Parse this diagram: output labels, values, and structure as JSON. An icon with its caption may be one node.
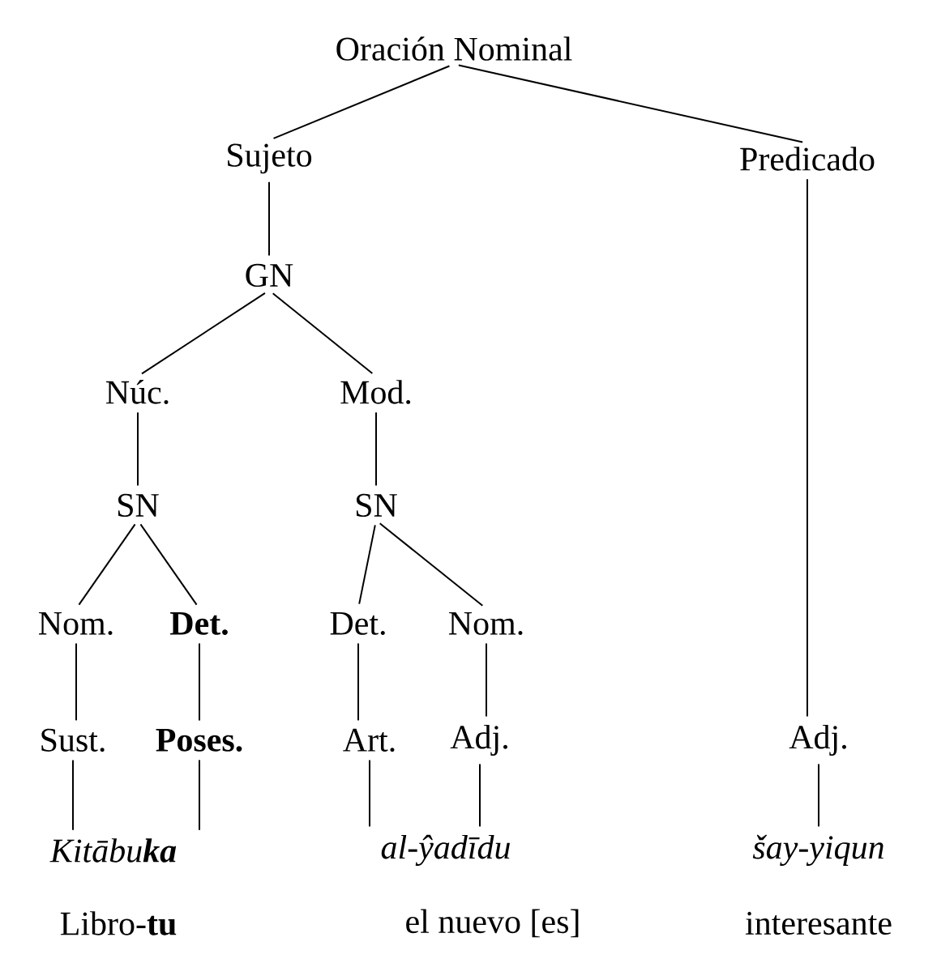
{
  "diagram": {
    "nodes": [
      {
        "text": [
          "Oración Nominal"
        ]
      },
      {
        "text": [
          "Sujeto"
        ]
      },
      {
        "text": [
          "Predicado"
        ]
      },
      {
        "text": [
          "GN"
        ]
      },
      {
        "text": [
          "Núc."
        ]
      },
      {
        "text": [
          "Mod."
        ]
      },
      {
        "text": [
          "SN"
        ]
      },
      {
        "text": [
          "SN"
        ]
      },
      {
        "text": [
          "Nom."
        ]
      },
      {
        "text": [
          "**Det.**"
        ]
      },
      {
        "text": [
          "Det."
        ]
      },
      {
        "text": [
          "Nom."
        ]
      },
      {
        "text": [
          "Sust."
        ]
      },
      {
        "text": [
          "**Poses.**"
        ]
      },
      {
        "text": [
          "Art."
        ]
      },
      {
        "text": [
          "Adj."
        ]
      },
      {
        "text": [
          "Adj."
        ]
      },
      {
        "text": [
          "Kitābu**ka**"
        ]
      },
      {
        "text": [
          "al-ŷadīdu"
        ]
      },
      {
        "text": [
          "šay-yiqun"
        ]
      }
    ],
    "edges": [
      {
        "from": 0,
        "to": 1,
        "arrow": "none"
      },
      {
        "from": 0,
        "to": 2,
        "arrow": "none"
      },
      {
        "from": 1,
        "to": 3,
        "arrow": "none"
      },
      {
        "from": 3,
        "to": 4,
        "arrow": "none"
      },
      {
        "from": 3,
        "to": 5,
        "arrow": "none"
      },
      {
        "from": 4,
        "to": 6,
        "arrow": "none"
      },
      {
        "from": 5,
        "to": 7,
        "arrow": "none"
      },
      {
        "from": 6,
        "to": 8,
        "arrow": "none"
      },
      {
        "from": 6,
        "to": 9,
        "arrow": "none"
      },
      {
        "from": 7,
        "to": 10,
        "arrow": "none"
      },
      {
        "from": 7,
        "to": 11,
        "arrow": "none"
      },
      {
        "from": 8,
        "to": 12,
        "arrow": "none"
      },
      {
        "from": 9,
        "to": 13,
        "arrow": "none"
      },
      {
        "from": 10,
        "to": 14,
        "arrow": "none"
      },
      {
        "from": 11,
        "to": 15,
        "arrow": "none"
      },
      {
        "from": 2,
        "to": 16,
        "arrow": "none"
      },
      {
        "from": 12,
        "to": 17,
        "arrow": "none"
      },
      {
        "from": 13,
        "to": 17,
        "arrow": "none"
      },
      {
        "from": 14,
        "to": 18,
        "arrow": "none"
      },
      {
        "from": 15,
        "to": 18,
        "arrow": "none"
      },
      {
        "from": 16,
        "to": 19,
        "arrow": "none"
      }
    ],
    "labels": [
      "Libro-**tu**",
      "el nuevo [es]",
      "interesante"
    ]
  }
}
